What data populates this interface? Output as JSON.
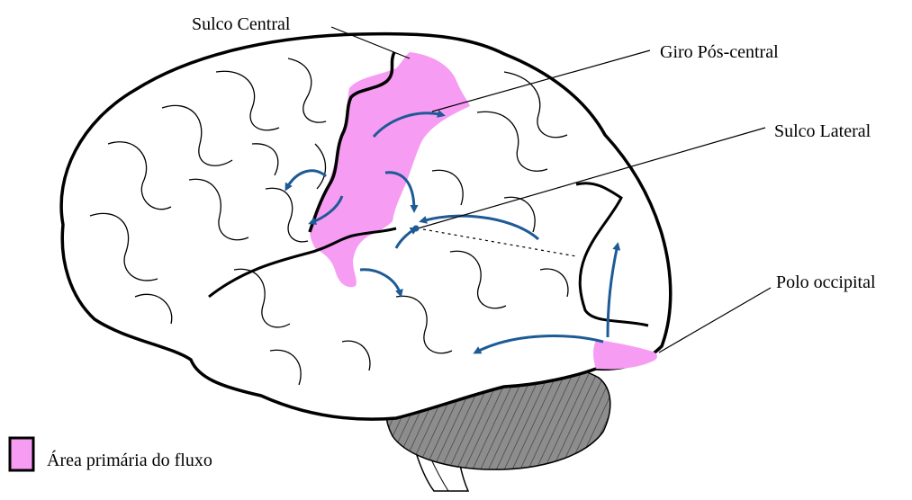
{
  "labels": {
    "central_sulcus": "Sulco Central",
    "postcentral_gyrus": "Giro Pós-central",
    "lateral_sulcus": "Sulco Lateral",
    "occipital_pole": "Polo occipital"
  },
  "legend": {
    "label": "Área primária do fluxo"
  },
  "colors": {
    "primary_area": "#f79cf3",
    "arrow": "#1d5a96",
    "cerebellum": "#8d8d8d",
    "outline": "#000000"
  }
}
